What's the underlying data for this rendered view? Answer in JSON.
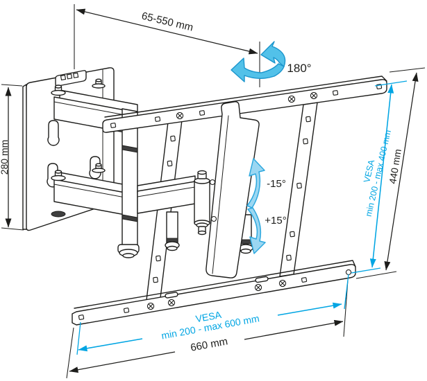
{
  "dimensions": {
    "arm_extension": "65-550 mm",
    "swivel_angle": "180°",
    "wall_plate_height": "280 mm",
    "tilt_up": "-15°",
    "tilt_down": "+15°",
    "bracket_right_height": "440 mm",
    "bracket_bottom_width": "660 mm",
    "vesa_vertical": {
      "label": "VESA",
      "range": "min 200 - max 400 mm"
    },
    "vesa_horizontal": {
      "label": "VESA",
      "range": "min 200 - max 600 mm"
    }
  },
  "colors": {
    "line": "#1d1d1b",
    "dimension_blue": "#00a5e3",
    "rotation_arrow_fill": "#52c1e9",
    "tilt_arrow_fill": "#9bd7f2",
    "background": "#ffffff"
  }
}
